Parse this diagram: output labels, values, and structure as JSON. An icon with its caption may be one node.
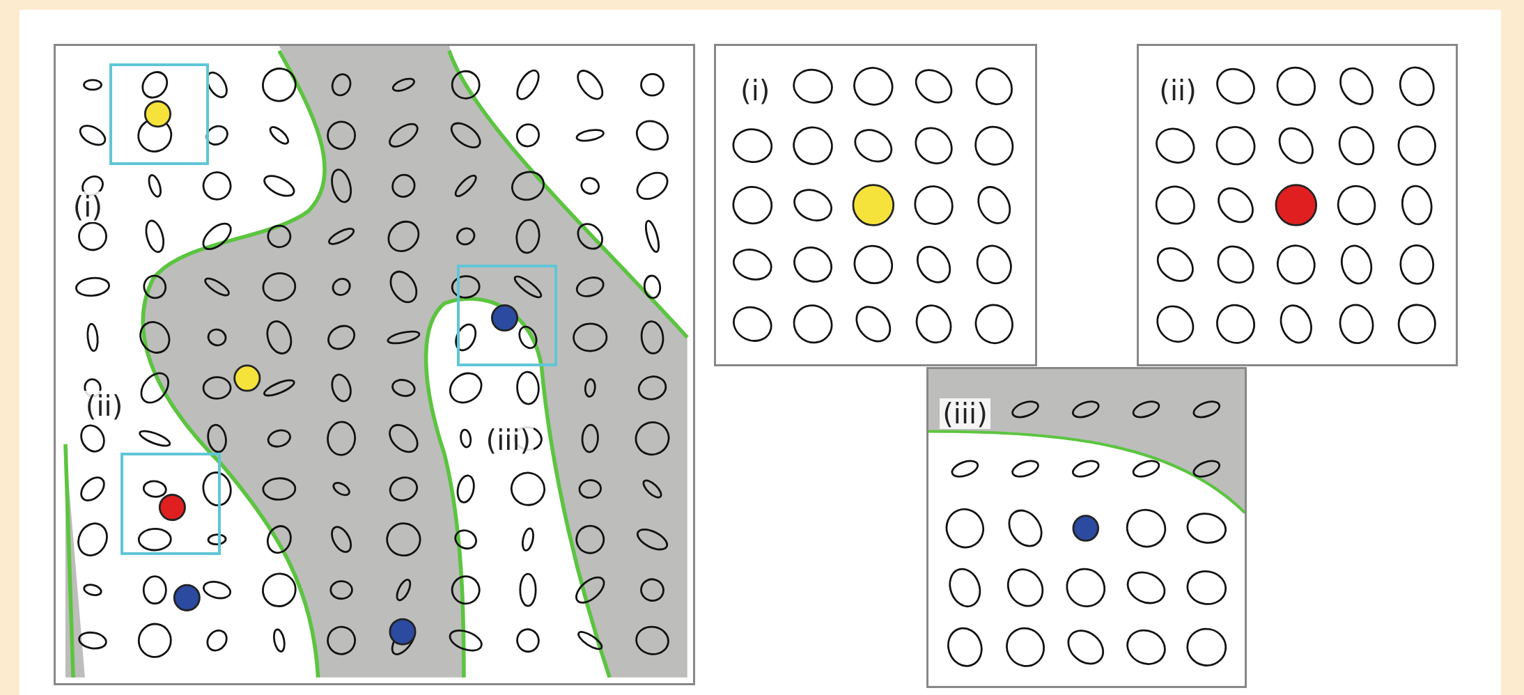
{
  "diagram": {
    "nodes": [
      {
        "text": [
          "(i)",
          "(ii)",
          "(iii)"
        ]
      },
      {
        "text": [],
        "shape": "box",
        "in": 0
      },
      {
        "text": [],
        "shape": "box",
        "in": 0
      },
      {
        "text": [],
        "shape": "box",
        "in": 0
      },
      {
        "text": [
          "(i)"
        ]
      },
      {
        "text": [
          "(ii)"
        ]
      },
      {
        "text": [
          "(iii)"
        ]
      }
    ]
  }
}
